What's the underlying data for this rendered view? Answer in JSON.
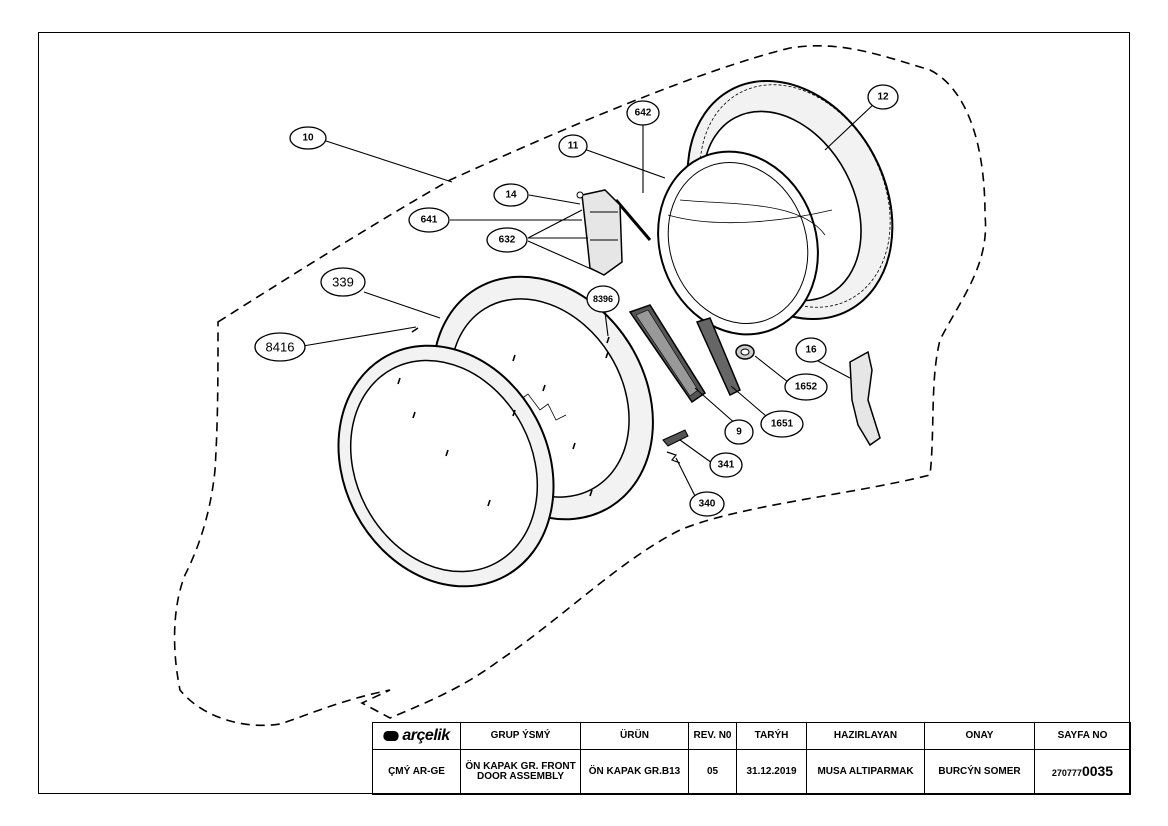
{
  "callouts": [
    {
      "id": "10",
      "label": "10"
    },
    {
      "id": "642",
      "label": "642"
    },
    {
      "id": "12",
      "label": "12"
    },
    {
      "id": "11",
      "label": "11"
    },
    {
      "id": "14",
      "label": "14"
    },
    {
      "id": "641",
      "label": "641"
    },
    {
      "id": "632",
      "label": "632"
    },
    {
      "id": "339",
      "label": "339"
    },
    {
      "id": "8396",
      "label": "8396"
    },
    {
      "id": "8416",
      "label": "8416"
    },
    {
      "id": "16",
      "label": "16"
    },
    {
      "id": "1652",
      "label": "1652"
    },
    {
      "id": "9",
      "label": "9"
    },
    {
      "id": "1651",
      "label": "1651"
    },
    {
      "id": "341",
      "label": "341"
    },
    {
      "id": "340",
      "label": "340"
    }
  ],
  "title_block": {
    "logo": "arçelik",
    "headers": {
      "group_name": "GRUP ÝSMÝ",
      "product": "ÜRÜN",
      "revision": "REV. N0",
      "date": "TARÝH",
      "prepared_by": "HAZIRLAYAN",
      "approval": "ONAY",
      "sheet_no": "SAYFA NO"
    },
    "values": {
      "department": "ÇMÝ AR-GE",
      "group_name": "ÖN KAPAK GR. FRONT DOOR ASSEMBLY",
      "product": "ÖN KAPAK GR.B13",
      "revision": "05",
      "date": "31.12.2019",
      "prepared_by": "MUSA ALTIPARMAK",
      "approval": "BURCÝN SOMER",
      "sheet_no_prefix": "270777",
      "sheet_no_suffix": "0035"
    }
  },
  "colors": {
    "ink": "#000000",
    "paper": "#ffffff",
    "part_fill": "#f2f2f2"
  }
}
